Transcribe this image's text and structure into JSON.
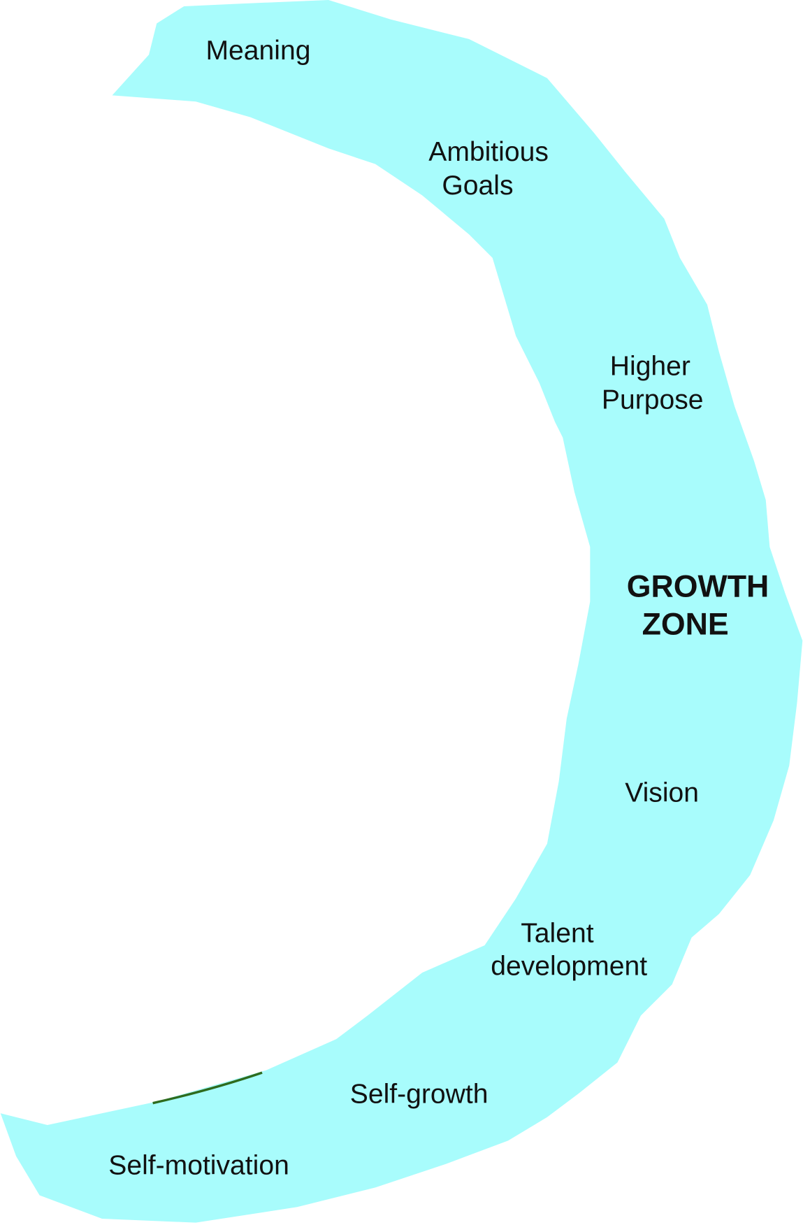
{
  "colors": {
    "band": "#a8fcfc",
    "text": "#111111"
  },
  "labels": {
    "meaning": "Meaning",
    "ambitious_1": "Ambitious",
    "ambitious_2": "Goals",
    "higher_1": "Higher",
    "higher_2": "Purpose",
    "growth_1": "GROWTH",
    "growth_2": "ZONE",
    "vision": "Vision",
    "talent_1": "Talent",
    "talent_2": "development",
    "self_growth": "Self-growth",
    "self_motivation": "Self-motivation"
  }
}
